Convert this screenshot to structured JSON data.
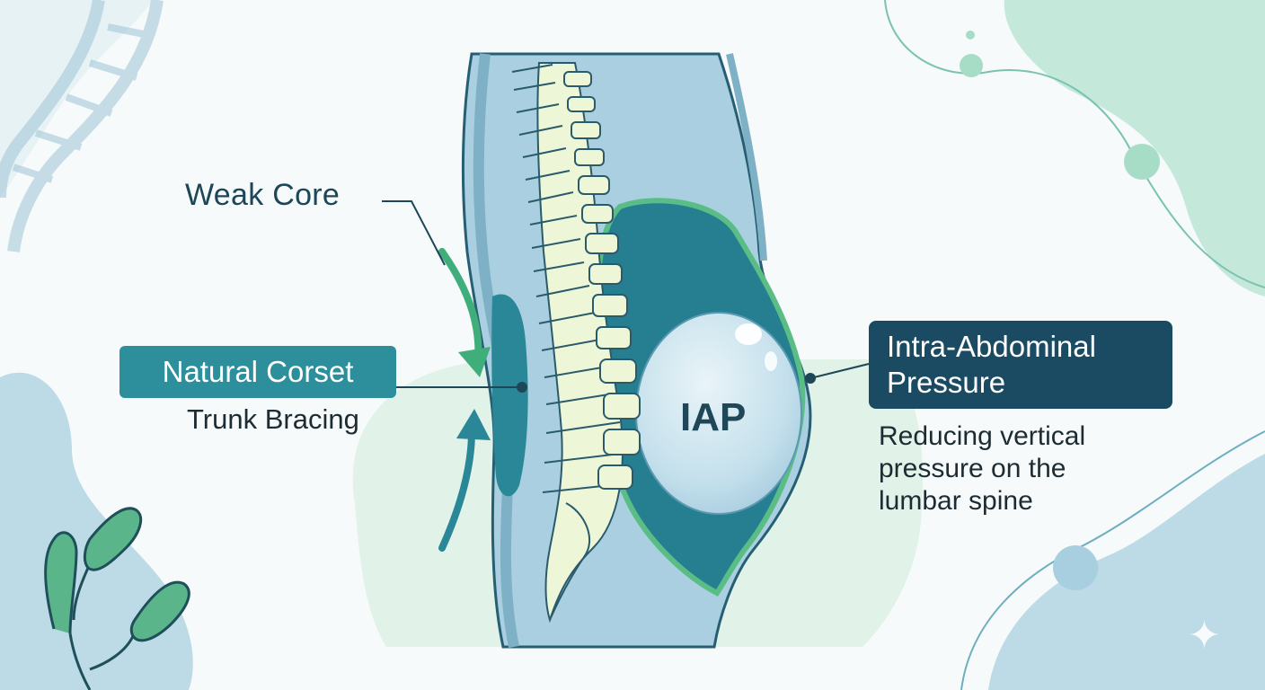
{
  "labels": {
    "weak_core": "Weak Core",
    "natural_corset": "Natural Corset",
    "trunk_bracing": "Trunk Bracing",
    "iap": "IAP",
    "intra_abdominal_pressure": "Intra-Abdominal Pressure",
    "reducing_pressure": "Reducing vertical pressure on the lumbar spine"
  },
  "colors": {
    "background": "#f6fafb",
    "corset_box": "#2d8e9c",
    "pressure_box": "#1b4b62",
    "torso_fill": "#a9cfe0",
    "abdominal_cavity": "#267f91",
    "cavity_outline": "#5bbd86",
    "spine": "#eef6d8",
    "arrow_green": "#3fae7a",
    "arrow_teal": "#2a8797",
    "text_dark": "#1d4756"
  },
  "icons": {
    "top_left": "dna-helix-icon",
    "bottom_left": "bacteria-icon",
    "bottom_right": "sparkle-icon"
  }
}
